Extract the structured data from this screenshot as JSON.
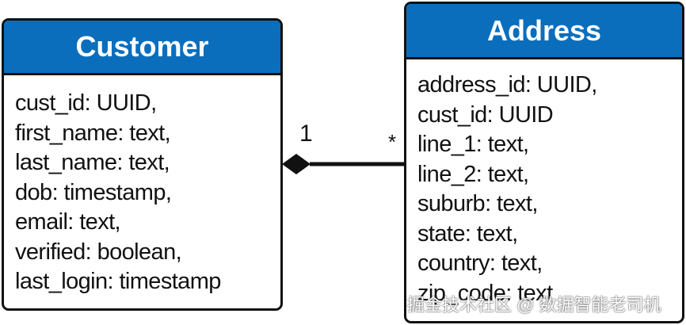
{
  "entities": {
    "customer": {
      "title": "Customer",
      "attributes": [
        "cust_id: UUID,",
        "first_name: text,",
        "last_name: text,",
        "dob: timestamp,",
        "email: text,",
        "verified: boolean,",
        "last_login: timestamp"
      ]
    },
    "address": {
      "title": "Address",
      "attributes": [
        "address_id: UUID,",
        "cust_id: UUID",
        "line_1: text,",
        "line_2: text,",
        "suburb: text,",
        "state: text,",
        "country: text,",
        "zip_code: text"
      ]
    }
  },
  "relationship": {
    "source_multiplicity": "1",
    "target_multiplicity": "*",
    "kind": "composition"
  },
  "watermark": "掘金技术社区 @ 数据智能老司机",
  "colors": {
    "header": "#0a6ebd",
    "border": "#111111"
  }
}
